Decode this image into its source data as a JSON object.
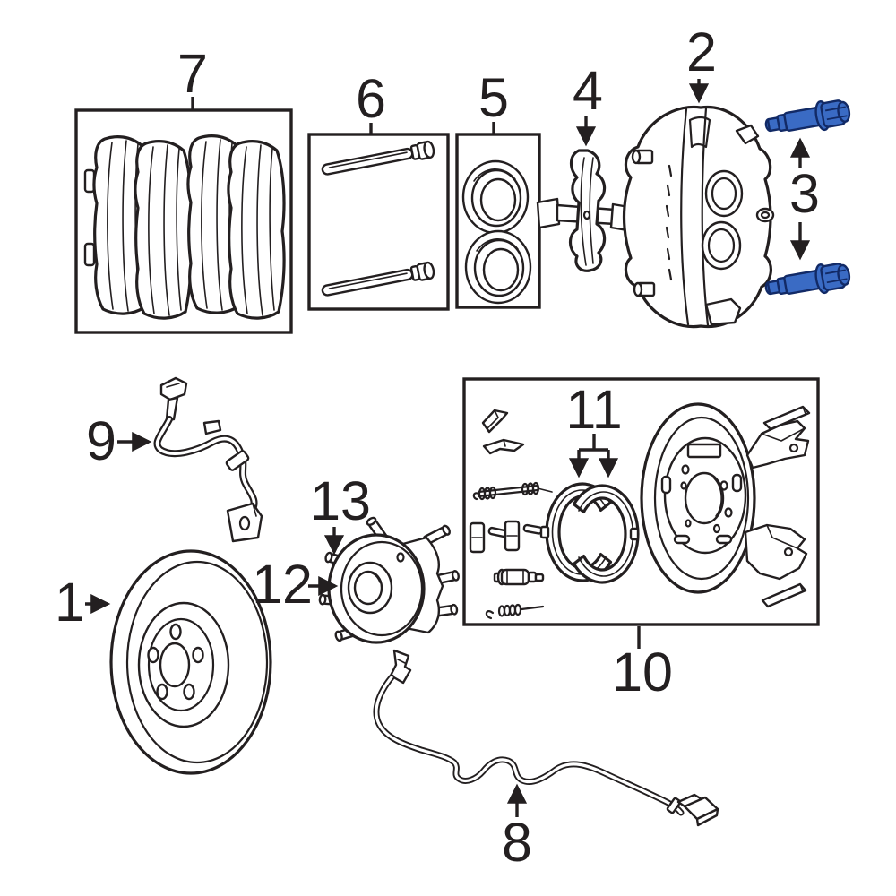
{
  "diagram": {
    "kind": "exploded-parts-diagram",
    "background_color": "#ffffff",
    "line_color": "#231f20",
    "highlight_color": "#3a6bc4",
    "highlight_outline_color": "#122a66"
  },
  "callouts": [
    {
      "number": "1",
      "part": "disc-brake-rotor"
    },
    {
      "number": "2",
      "part": "disc-brake-caliper"
    },
    {
      "number": "3",
      "part": "caliper-mounting-bolts"
    },
    {
      "number": "4",
      "part": "caliper-guide-bracket"
    },
    {
      "number": "5",
      "part": "caliper-seal-kit"
    },
    {
      "number": "6",
      "part": "caliper-guide-pin-kit"
    },
    {
      "number": "7",
      "part": "disc-brake-pad-set"
    },
    {
      "number": "8",
      "part": "abs-wheel-speed-sensor-wire"
    },
    {
      "number": "9",
      "part": "brake-hydraulic-hose"
    },
    {
      "number": "10",
      "part": "parking-brake-backing-plate-kit"
    },
    {
      "number": "11",
      "part": "parking-brake-shoes"
    },
    {
      "number": "12",
      "part": "wheel-hub-assembly"
    },
    {
      "number": "13",
      "part": "wheel-studs"
    }
  ]
}
